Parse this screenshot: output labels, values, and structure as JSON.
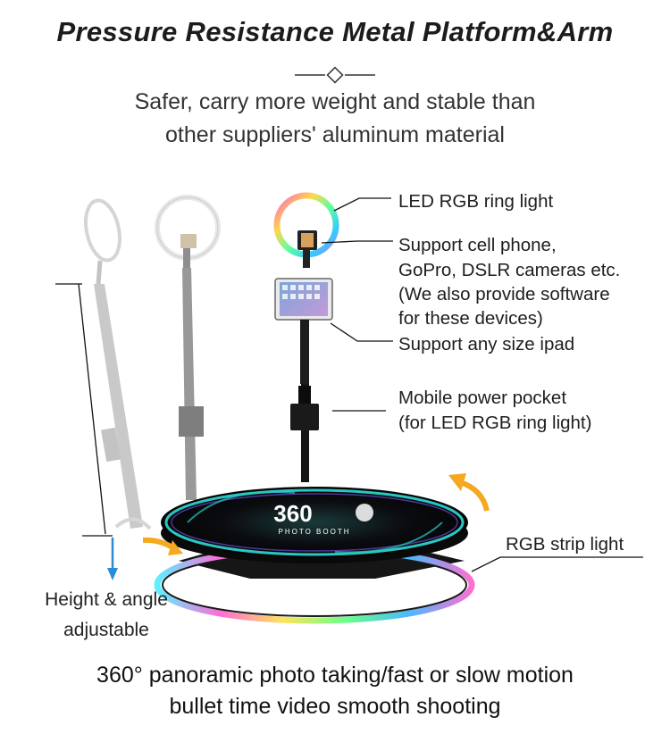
{
  "header": {
    "title": "Pressure Resistance Metal Platform&Arm",
    "subtitle_line1": "Safer, carry more weight and stable than",
    "subtitle_line2": "other suppliers' aluminum material"
  },
  "callouts": {
    "ring_light": "LED RGB ring light",
    "support_line1": "Support cell phone,",
    "support_line2": "GoPro, DSLR cameras etc.",
    "support_line3": "(We also provide software",
    "support_line4": "for these devices)",
    "ipad": "Support any size ipad",
    "power_line1": "Mobile power pocket",
    "power_line2": "(for LED RGB ring light)",
    "strip": "RGB strip light",
    "height_line1": "Height & angle",
    "height_line2": "adjustable"
  },
  "platform": {
    "logo_big": "360",
    "logo_small": "PHOTO BOOTH"
  },
  "footer": {
    "line1": "360° panoramic photo taking/fast or slow motion",
    "line2": "bullet time video smooth shooting"
  },
  "colors": {
    "arrow_orange": "#f4a91f",
    "arrow_blue": "#2a8bd6",
    "platform_dark": "#0d0d0f",
    "ring_teal": "#2ac7c0"
  }
}
